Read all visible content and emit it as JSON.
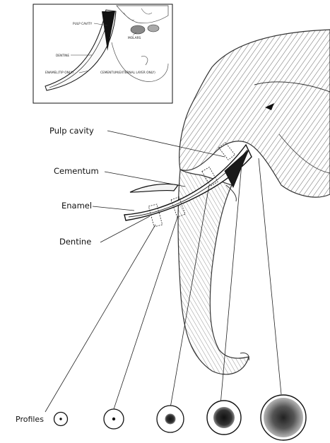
{
  "labels": {
    "pulp_cavity": "Pulp cavity",
    "cementum": "Cementum",
    "enamel": "Enamel",
    "dentine": "Dentine",
    "profiles": "Profiles"
  },
  "inset_labels": {
    "pulp_cavity": "PULP CAVITY",
    "molars": "MOLARS",
    "dentine": "DENTINE",
    "enamel": "ENAMEL(TIP ONLY)",
    "cementum": "CEMENTUM(EXTERNAL LAYER ONLY)"
  },
  "profile_circles": [
    {
      "core": "dot"
    },
    {
      "core": "dot"
    },
    {
      "core": "small-dark"
    },
    {
      "core": "medium-dark"
    },
    {
      "core": "large-gradient"
    }
  ]
}
